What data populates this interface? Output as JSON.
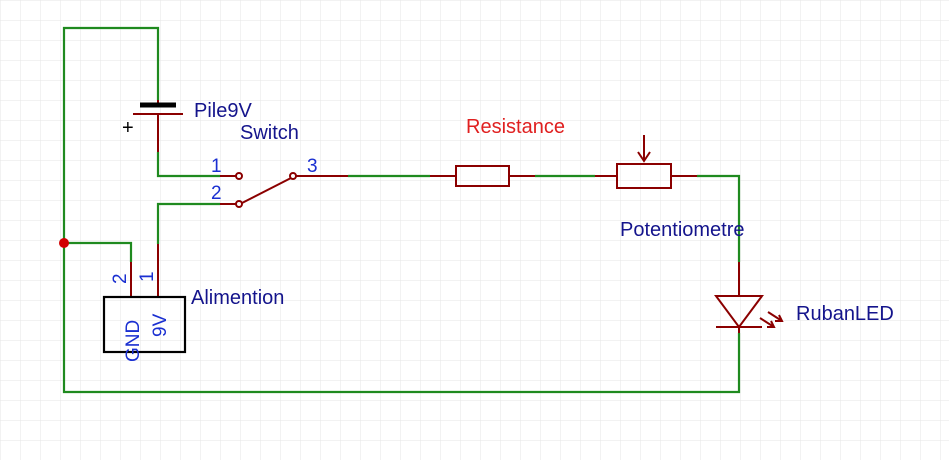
{
  "colors": {
    "grid": "#e6e6e6",
    "wire": "#1f8a1f",
    "component": "#8b0000",
    "pin_number": "#1a2fd1",
    "component_label": "#14148c",
    "value_label": "#e02020",
    "junction": "#d10000",
    "background": "#ffffff"
  },
  "components": {
    "battery": {
      "name": "Pile9V",
      "plus_sign": "+"
    },
    "switch": {
      "name": "Switch",
      "pin1": "1",
      "pin2": "2",
      "pin3": "3"
    },
    "resistor": {
      "name": "Resistance"
    },
    "potentiometer": {
      "name": "Potentiometre"
    },
    "power_connector": {
      "name": "Alimention",
      "pin1": "1",
      "pin2": "2",
      "pin1_name": "9V",
      "pin2_name": "GND"
    },
    "led": {
      "name": "RubanLED"
    }
  }
}
